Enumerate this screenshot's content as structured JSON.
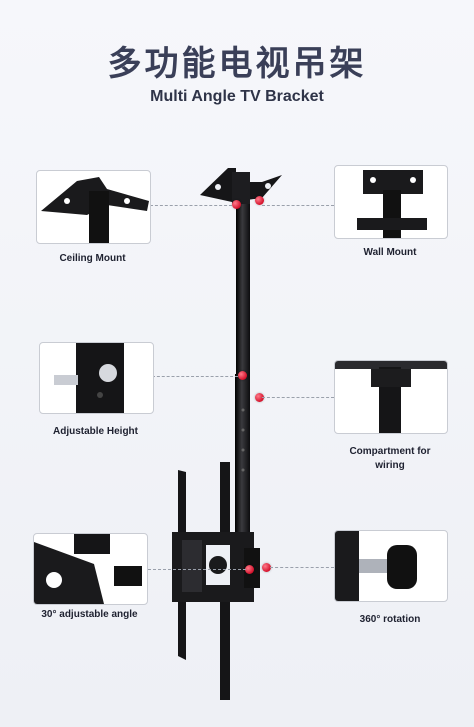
{
  "title_zh": "多功能电视吊架",
  "title_en": "Multi Angle TV Bracket",
  "features": [
    {
      "label": "Ceiling Mount"
    },
    {
      "label": "Wall Mount"
    },
    {
      "label": "Adjustable Height"
    },
    {
      "label": "Compartment for wiring"
    },
    {
      "label": "30° adjustable angle"
    },
    {
      "label": "360° rotation"
    }
  ],
  "colors": {
    "metal": "#1c1c1e",
    "accent_dot": "#d4102a",
    "title": "#3a3f58"
  }
}
